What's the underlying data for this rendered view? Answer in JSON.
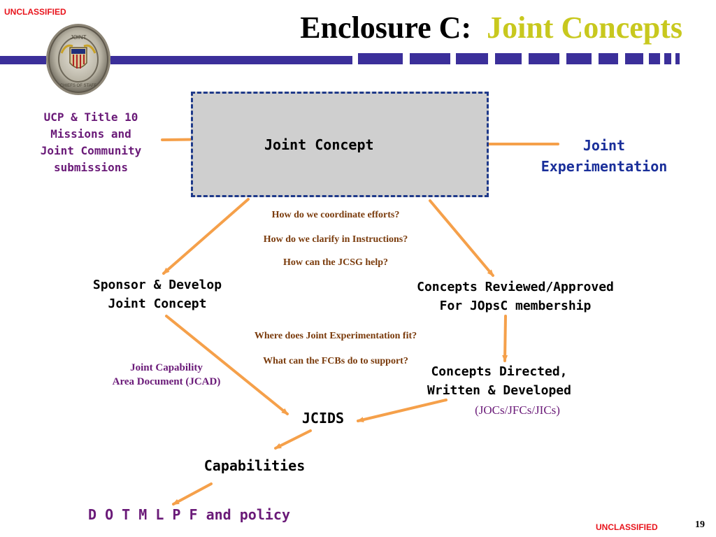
{
  "header": {
    "classification_top": "UNCLASSIFIED",
    "title_prefix": "Enclosure C:",
    "title_highlight": "Joint Concepts",
    "seal_text_top": "JOINT",
    "seal_text_bottom": "CHIEFS OF STAFF"
  },
  "diagram": {
    "joint_concept": "Joint Concept",
    "ucp_lines": [
      "UCP & Title 10",
      "Missions and",
      "Joint Community",
      "submissions"
    ],
    "joint_exp_lines": [
      "Joint",
      "Experimentation"
    ],
    "questions_top": [
      "How do we coordinate efforts?",
      "How do we clarify in Instructions?",
      "How can the JCSG help?"
    ],
    "sponsor_lines": [
      "Sponsor & Develop",
      "Joint Concept"
    ],
    "reviewed_lines": [
      "Concepts Reviewed/Approved",
      "For JOpsC membership"
    ],
    "questions_mid": [
      "Where does Joint Experimentation fit?",
      "What can the FCBs do to support?"
    ],
    "jcad_lines": [
      "Joint Capability",
      "Area Document (JCAD)"
    ],
    "directed_lines": [
      "Concepts Directed,",
      "Written & Developed"
    ],
    "jocs": "(JOCs/JFCs/JICs)",
    "jcids": "JCIDS",
    "capabilities": "Capabilities",
    "dotmlpf": "D O T M L P F and policy"
  },
  "footer": {
    "classification_bottom": "UNCLASSIFIED",
    "page_number": "19"
  },
  "colors": {
    "arrow": "#f5a04a",
    "title_highlight": "#c8c81e",
    "purple_text": "#6a1a78",
    "blue_text": "#1a2f9a",
    "question_text": "#7a3b0c",
    "bar_blue": "#3b2f9a",
    "box_fill": "#cfcfcf",
    "box_border": "#1f3a8a",
    "classification": "#e8141c"
  }
}
